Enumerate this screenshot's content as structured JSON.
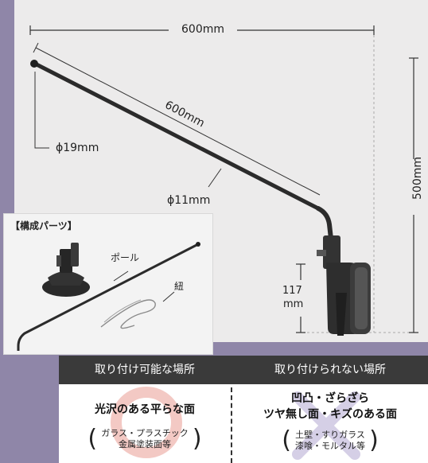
{
  "diagram": {
    "width_label": "600mm",
    "pole_length_label": "600mm",
    "height_label": "500mm",
    "diameter_end_label": "ϕ19mm",
    "diameter_pole_label": "ϕ11mm",
    "base_height_value": "117",
    "base_height_unit": "mm"
  },
  "parts": {
    "title": "【構成パーツ】",
    "pole_label": "ポール",
    "string_label": "紐"
  },
  "placement": {
    "possible": {
      "header": "取り付け可能な場所",
      "surface": "光沢のある平らな面",
      "examples_line1": "ガラス・プラスチック",
      "examples_line2": "金属塗装面等"
    },
    "impossible": {
      "header": "取り付けられない場所",
      "surface_line1": "凹凸・ざらざら",
      "surface_line2": "ツヤ無し面・キズのある面",
      "examples_line1": "土壁・すりガラス",
      "examples_line2": "漆喰・モルタル等"
    },
    "colors": {
      "circle_mark": "#f3c9c4",
      "cross_mark": "#d5cfe6",
      "header_bg": "#3a3a3a"
    }
  }
}
